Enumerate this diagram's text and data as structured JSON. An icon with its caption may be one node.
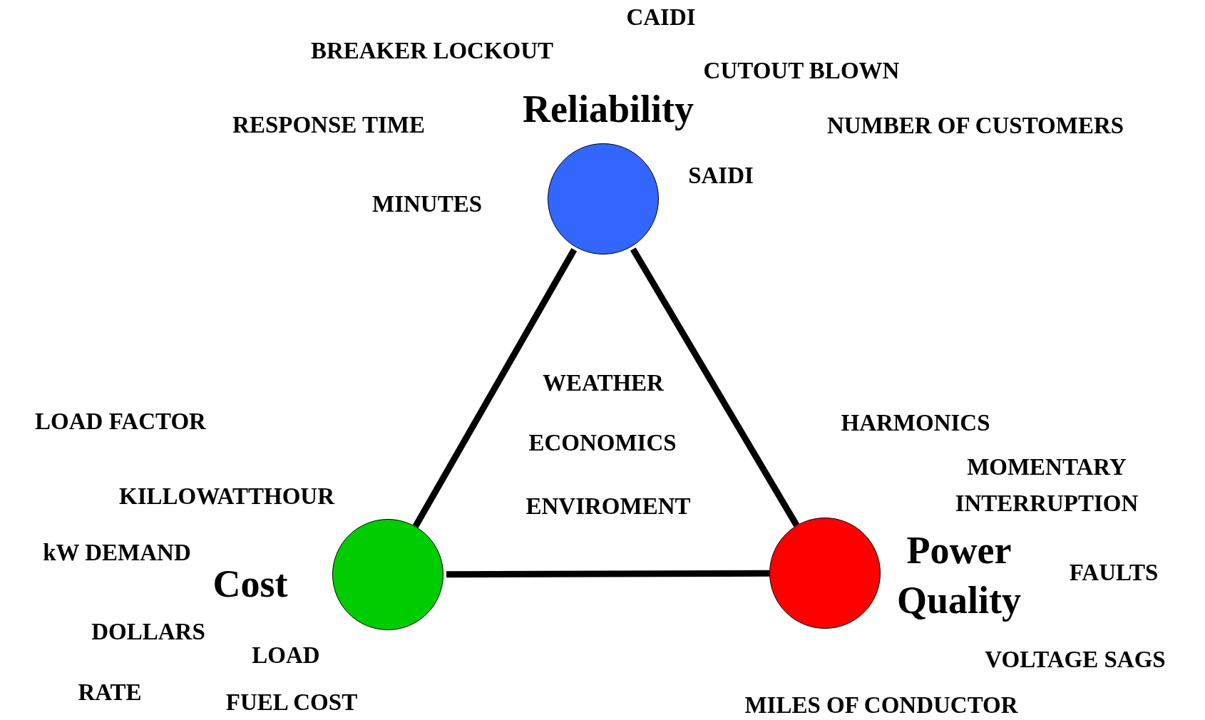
{
  "diagram": {
    "nodes": [
      {
        "text": [
          "Reliability"
        ]
      },
      {
        "text": [
          "Cost"
        ]
      },
      {
        "text": [
          "Power Quality"
        ]
      }
    ],
    "edges": [
      {
        "from": 0,
        "to": 1,
        "arrow": "none"
      },
      {
        "from": 0,
        "to": 2,
        "arrow": "none"
      },
      {
        "from": 1,
        "to": 2,
        "arrow": "none"
      }
    ],
    "labels": [
      "CAIDI",
      "BREAKER LOCKOUT",
      "CUTOUT BLOWN",
      "RESPONSE TIME",
      "NUMBER OF CUSTOMERS",
      "SAIDI",
      "MINUTES",
      "WEATHER",
      "LOAD FACTOR",
      "HARMONICS",
      "ECONOMICS",
      "MOMENTARY INTERRUPTION",
      "KILLOWATTHOUR",
      "ENVIROMENT",
      "kW DEMAND",
      "FAULTS",
      "DOLLARS",
      "LOAD",
      "VOLTAGE SAGS",
      "RATE",
      "FUEL COST",
      "MILES OF CONDUCTOR"
    ]
  }
}
